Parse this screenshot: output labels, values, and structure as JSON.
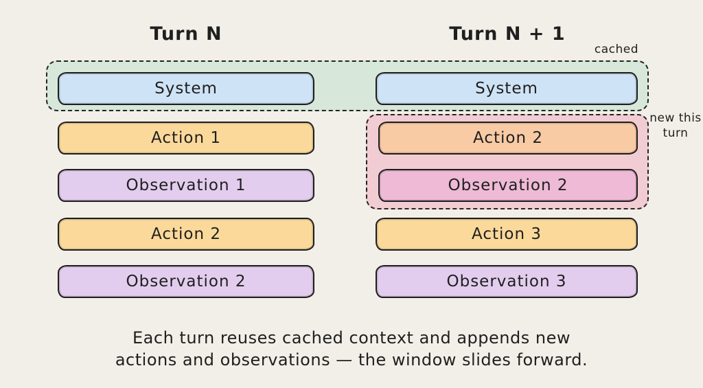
{
  "headers": {
    "left": "Turn N",
    "right": "Turn N + 1"
  },
  "groups": {
    "cached": {
      "label": "cached",
      "fill": "#d7e8da"
    },
    "new_this_turn": {
      "label": "new this turn",
      "fill": "#f2ccd3"
    }
  },
  "turn_n": {
    "boxes": [
      {
        "label": "System",
        "fill": "#cfe3f7"
      },
      {
        "label": "Action 1",
        "fill": "#fbd99a"
      },
      {
        "label": "Observation 1",
        "fill": "#e3cdee"
      },
      {
        "label": "Action 2",
        "fill": "#fbd99a"
      },
      {
        "label": "Observation 2",
        "fill": "#e3cdee"
      }
    ]
  },
  "turn_n_plus_1": {
    "boxes": [
      {
        "label": "System",
        "fill": "#cfe3f7"
      },
      {
        "label": "Action 2",
        "fill": "#f8cba4"
      },
      {
        "label": "Observation 2",
        "fill": "#eebad6"
      },
      {
        "label": "Action 3",
        "fill": "#fbd99a"
      },
      {
        "label": "Observation 3",
        "fill": "#e3cdee"
      }
    ]
  },
  "caption": {
    "line1": "Each turn reuses cached context and appends new",
    "line2": "actions and observations — the window slides forward."
  },
  "colors": {
    "background": "#f2efe8",
    "ink": "#1f1f1f",
    "box_border": "#1e1e1e",
    "dashed_border": "#242424"
  }
}
